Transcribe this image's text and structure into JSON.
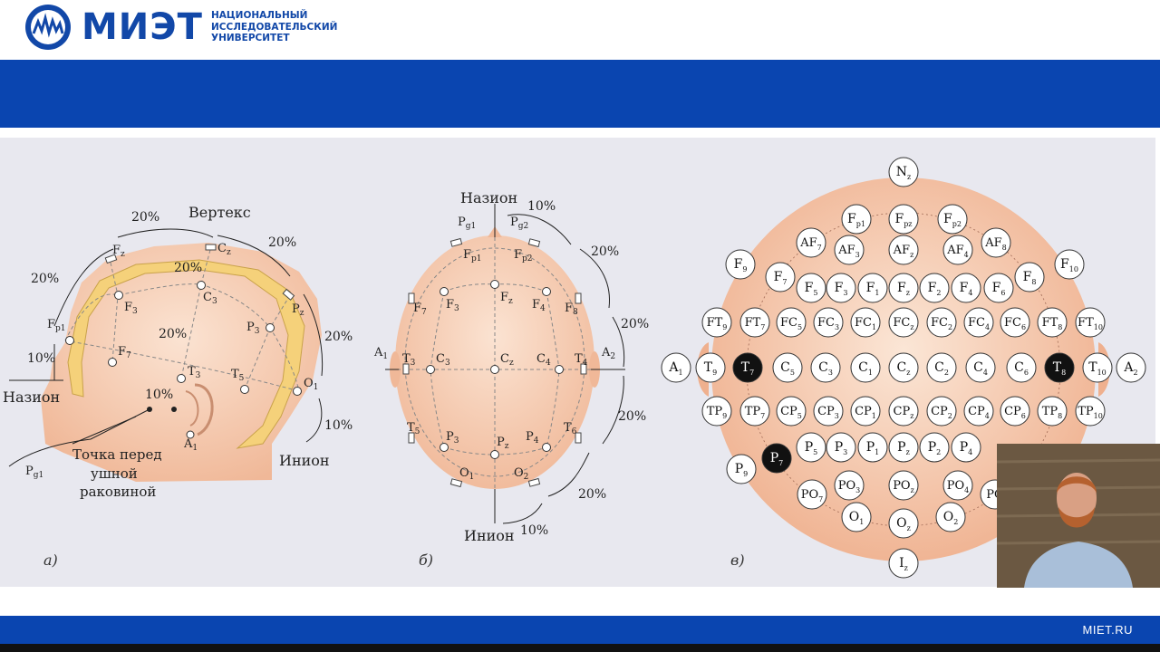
{
  "brand": {
    "name": "МИЭТ",
    "subtitle_lines": [
      "НАЦИОНАЛЬНЫЙ",
      "ИССЛЕДОВАТЕЛЬСКИЙ",
      "УНИВЕРСИТЕТ"
    ],
    "url": "MIET.RU",
    "color": "#0a45b0"
  },
  "figure_a": {
    "caption": "а)",
    "labels": {
      "vertex": "Вертекс",
      "nasion": "Назион",
      "inion": "Инион",
      "preauricular": [
        "Точка перед",
        "ушной",
        "раковиной"
      ],
      "p20a": "20%",
      "p20b": "20%",
      "p20c": "20%",
      "p20d": "20%",
      "p20e": "20%",
      "p20f": "20%",
      "p10a": "10%",
      "p10b": "10%",
      "p10c": "10%"
    },
    "electrodes": [
      {
        "b": "F",
        "s": "p1"
      },
      {
        "b": "F",
        "s": "z"
      },
      {
        "b": "C",
        "s": "z"
      },
      {
        "b": "P",
        "s": "z"
      },
      {
        "b": "O",
        "s": "1"
      },
      {
        "b": "F",
        "s": "3"
      },
      {
        "b": "C",
        "s": "3"
      },
      {
        "b": "P",
        "s": "3"
      },
      {
        "b": "F",
        "s": "7"
      },
      {
        "b": "T",
        "s": "3"
      },
      {
        "b": "T",
        "s": "5"
      },
      {
        "b": "A",
        "s": "1"
      },
      {
        "b": "P",
        "s": "g1"
      }
    ]
  },
  "figure_b": {
    "caption": "б)",
    "labels": {
      "nasion": "Назион",
      "inion": "Инион",
      "p10a": "10%",
      "p10b": "10%",
      "p20a": "20%",
      "p20b": "20%",
      "p20c": "20%",
      "p20d": "20%"
    },
    "electrodes": [
      {
        "b": "P",
        "s": "g1"
      },
      {
        "b": "P",
        "s": "g2"
      },
      {
        "b": "F",
        "s": "p1"
      },
      {
        "b": "F",
        "s": "p2"
      },
      {
        "b": "F",
        "s": "7"
      },
      {
        "b": "F",
        "s": "3"
      },
      {
        "b": "F",
        "s": "z"
      },
      {
        "b": "F",
        "s": "4"
      },
      {
        "b": "F",
        "s": "8"
      },
      {
        "b": "A",
        "s": "1"
      },
      {
        "b": "T",
        "s": "3"
      },
      {
        "b": "C",
        "s": "3"
      },
      {
        "b": "C",
        "s": "z"
      },
      {
        "b": "C",
        "s": "4"
      },
      {
        "b": "T",
        "s": "4"
      },
      {
        "b": "A",
        "s": "2"
      },
      {
        "b": "T",
        "s": "5"
      },
      {
        "b": "P",
        "s": "3"
      },
      {
        "b": "P",
        "s": "z"
      },
      {
        "b": "P",
        "s": "4"
      },
      {
        "b": "T",
        "s": "6"
      },
      {
        "b": "O",
        "s": "1"
      },
      {
        "b": "O",
        "s": "2"
      }
    ]
  },
  "figure_c": {
    "caption": "в)",
    "rows": [
      [
        {
          "b": "N",
          "s": "z"
        }
      ],
      [
        {
          "b": "F",
          "s": "p1"
        },
        {
          "b": "F",
          "s": "pz"
        },
        {
          "b": "F",
          "s": "p2"
        }
      ],
      [
        {
          "b": "AF",
          "s": "7"
        },
        {
          "b": "AF",
          "s": "3"
        },
        {
          "b": "AF",
          "s": "z"
        },
        {
          "b": "AF",
          "s": "4"
        },
        {
          "b": "AF",
          "s": "8"
        }
      ],
      [
        {
          "b": "F",
          "s": "9"
        },
        {
          "b": "F",
          "s": "7"
        },
        {
          "b": "F",
          "s": "5"
        },
        {
          "b": "F",
          "s": "3"
        },
        {
          "b": "F",
          "s": "1"
        },
        {
          "b": "F",
          "s": "z"
        },
        {
          "b": "F",
          "s": "2"
        },
        {
          "b": "F",
          "s": "4"
        },
        {
          "b": "F",
          "s": "6"
        },
        {
          "b": "F",
          "s": "8"
        },
        {
          "b": "F",
          "s": "10"
        }
      ],
      [
        {
          "b": "FT",
          "s": "9"
        },
        {
          "b": "FT",
          "s": "7"
        },
        {
          "b": "FC",
          "s": "5"
        },
        {
          "b": "FC",
          "s": "3"
        },
        {
          "b": "FC",
          "s": "1"
        },
        {
          "b": "FC",
          "s": "z"
        },
        {
          "b": "FC",
          "s": "2"
        },
        {
          "b": "FC",
          "s": "4"
        },
        {
          "b": "FC",
          "s": "6"
        },
        {
          "b": "FT",
          "s": "8"
        },
        {
          "b": "FT",
          "s": "10"
        }
      ],
      [
        {
          "b": "A",
          "s": "1"
        },
        {
          "b": "T",
          "s": "9"
        },
        {
          "b": "T",
          "s": "7",
          "dark": true
        },
        {
          "b": "C",
          "s": "5"
        },
        {
          "b": "C",
          "s": "3"
        },
        {
          "b": "C",
          "s": "1"
        },
        {
          "b": "C",
          "s": "z"
        },
        {
          "b": "C",
          "s": "2"
        },
        {
          "b": "C",
          "s": "4"
        },
        {
          "b": "C",
          "s": "6"
        },
        {
          "b": "T",
          "s": "8",
          "dark": true
        },
        {
          "b": "T",
          "s": "10"
        },
        {
          "b": "A",
          "s": "2"
        }
      ],
      [
        {
          "b": "TP",
          "s": "9"
        },
        {
          "b": "TP",
          "s": "7"
        },
        {
          "b": "CP",
          "s": "5"
        },
        {
          "b": "CP",
          "s": "3"
        },
        {
          "b": "CP",
          "s": "1"
        },
        {
          "b": "CP",
          "s": "z"
        },
        {
          "b": "CP",
          "s": "2"
        },
        {
          "b": "CP",
          "s": "4"
        },
        {
          "b": "CP",
          "s": "6"
        },
        {
          "b": "TP",
          "s": "8"
        },
        {
          "b": "TP",
          "s": "10"
        }
      ],
      [
        {
          "b": "P",
          "s": "9"
        },
        {
          "b": "P",
          "s": "7",
          "dark": true
        },
        {
          "b": "P",
          "s": "5"
        },
        {
          "b": "P",
          "s": "3"
        },
        {
          "b": "P",
          "s": "1"
        },
        {
          "b": "P",
          "s": "z"
        },
        {
          "b": "P",
          "s": "2"
        },
        {
          "b": "P",
          "s": "4"
        }
      ],
      [
        {
          "b": "PO",
          "s": "7"
        },
        {
          "b": "PO",
          "s": "3"
        },
        {
          "b": "PO",
          "s": "z"
        },
        {
          "b": "PO",
          "s": "4"
        },
        {
          "b": "PO",
          "s": ""
        }
      ],
      [
        {
          "b": "O",
          "s": "1"
        },
        {
          "b": "O",
          "s": "z"
        },
        {
          "b": "O",
          "s": "2"
        }
      ],
      [
        {
          "b": "I",
          "s": "z"
        }
      ]
    ]
  }
}
